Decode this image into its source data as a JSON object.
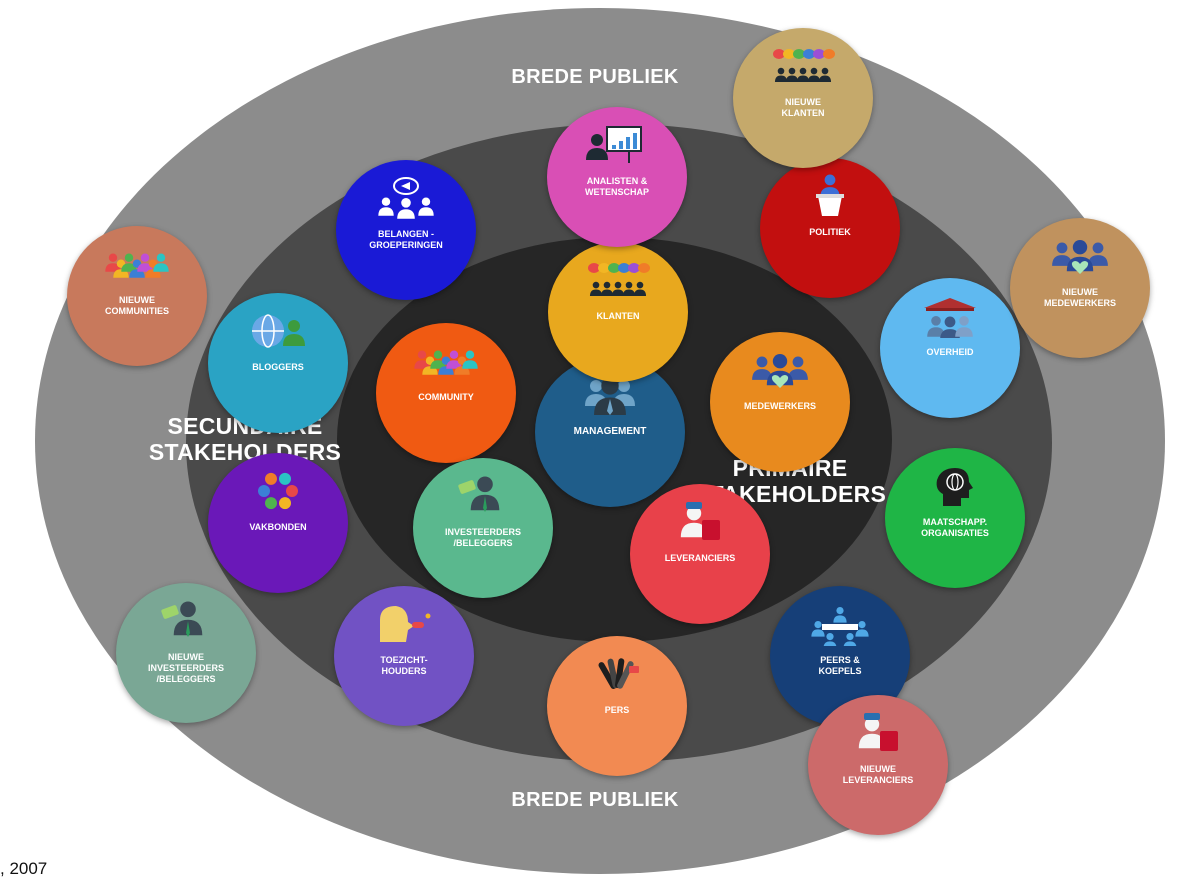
{
  "zones": {
    "brede_publiek_top": "BREDE PUBLIEK",
    "brede_publiek_bottom": "BREDE PUBLIEK",
    "secundaire": [
      "SECUNDAIRE",
      "STAKEHOLDERS"
    ],
    "primaire": [
      "PRIMAIRE",
      "STAKEHOLDERS"
    ]
  },
  "footnote": ", 2007",
  "nodes": [
    {
      "id": "management",
      "lines": [
        "MANAGEMENT"
      ],
      "color": "#1f5d8a",
      "icon": "people-group-icon"
    },
    {
      "id": "klanten",
      "lines": [
        "KLANTEN"
      ],
      "color": "#e8a81e",
      "icon": "customers-speech-icon"
    },
    {
      "id": "community",
      "lines": [
        "COMMUNITY"
      ],
      "color": "#f05a12",
      "icon": "crowd-icon"
    },
    {
      "id": "medewerkers",
      "lines": [
        "MEDEWERKERS"
      ],
      "color": "#e88a1e",
      "icon": "team-heart-icon"
    },
    {
      "id": "investeerders",
      "lines": [
        "INVESTEERDERS",
        "/BELEGGERS"
      ],
      "color": "#5ab88e",
      "icon": "investor-icon"
    },
    {
      "id": "leveranciers",
      "lines": [
        "LEVERANCIERS"
      ],
      "color": "#e8414a",
      "icon": "supplier-icon"
    },
    {
      "id": "analisten",
      "lines": [
        "ANALISTEN &",
        "WETENSCHAP"
      ],
      "color": "#d94fb5",
      "icon": "presentation-icon"
    },
    {
      "id": "belangen",
      "lines": [
        "BELANGEN -",
        "GROEPERINGEN"
      ],
      "color": "#1a1ad6",
      "icon": "megaphone-group-icon"
    },
    {
      "id": "politiek",
      "lines": [
        "POLITIEK"
      ],
      "color": "#c20f0f",
      "icon": "podium-icon"
    },
    {
      "id": "bloggers",
      "lines": [
        "BLOGGERS"
      ],
      "color": "#2aa3c4",
      "icon": "globe-blogger-icon"
    },
    {
      "id": "overheid",
      "lines": [
        "OVERHEID"
      ],
      "color": "#5fb9f0",
      "icon": "government-icon"
    },
    {
      "id": "vakbonden",
      "lines": [
        "VAKBONDEN"
      ],
      "color": "#6a18b8",
      "icon": "union-circle-icon"
    },
    {
      "id": "maatschapp",
      "lines": [
        "MAATSCHAPP.",
        "ORGANISATIES"
      ],
      "color": "#1fb546",
      "icon": "head-globe-icon"
    },
    {
      "id": "toezicht",
      "lines": [
        "TOEZICHT-",
        "HOUDERS"
      ],
      "color": "#7152c4",
      "icon": "whistle-icon"
    },
    {
      "id": "peers",
      "lines": [
        "PEERS &",
        "KOEPELS"
      ],
      "color": "#163f78",
      "icon": "meeting-icon"
    },
    {
      "id": "pers",
      "lines": [
        "PERS"
      ],
      "color": "#f28a52",
      "icon": "microphones-icon"
    },
    {
      "id": "nieuwe-klanten",
      "lines": [
        "NIEUWE",
        "KLANTEN"
      ],
      "color": "#c5a96b",
      "icon": "customers-speech-icon"
    },
    {
      "id": "nieuwe-medewerkers",
      "lines": [
        "NIEUWE",
        "MEDEWERKERS"
      ],
      "color": "#c0925e",
      "icon": "team-heart-icon"
    },
    {
      "id": "nieuwe-communities",
      "lines": [
        "NIEUWE",
        "COMMUNITIES"
      ],
      "color": "#c8795c",
      "icon": "crowd-icon"
    },
    {
      "id": "nieuwe-investeerders",
      "lines": [
        "NIEUWE",
        "INVESTEERDERS",
        "/BELEGGERS"
      ],
      "color": "#7aa795",
      "icon": "investor-icon"
    },
    {
      "id": "nieuwe-leveranciers",
      "lines": [
        "NIEUWE",
        "LEVERANCIERS"
      ],
      "color": "#cc6a6a",
      "icon": "supplier-icon"
    }
  ]
}
